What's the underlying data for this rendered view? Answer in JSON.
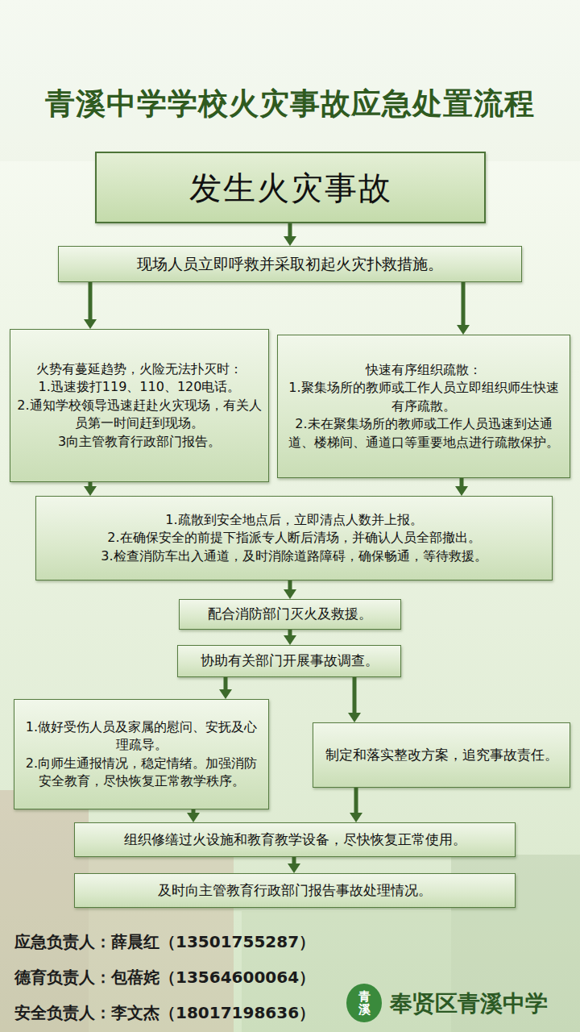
{
  "diagram": {
    "title": "青溪中学学校火灾事故应急处置流程",
    "nodes": [
      {
        "text": [
          "发生火灾事故"
        ]
      },
      {
        "text": [
          "现场人员立即呼救并采取初起火灾扑救措施。"
        ]
      },
      {
        "text": [
          "火势有蔓延趋势，火险无法扑灭时：",
          "1.迅速拨打119、110、120电话。",
          "2.通知学校领导迅速赶赴火灾现场，有关人员第一时间赶到现场。",
          "3向主管教育行政部门报告。"
        ]
      },
      {
        "text": [
          "快速有序组织疏散：",
          "1.聚集场所的教师或工作人员立即组织师生快速有序疏散。",
          "2.未在聚集场所的教师或工作人员迅速到达通道、楼梯间、通道口等重要地点进行疏散保护。"
        ]
      },
      {
        "text": [
          "1.疏散到安全地点后，立即清点人数并上报。",
          "2.在确保安全的前提下指派专人断后清场，并确认人员全部撤出。",
          "3.检查消防车出入通道，及时消除道路障碍，确保畅通，等待救援。"
        ]
      },
      {
        "text": [
          "配合消防部门灭火及救援。"
        ]
      },
      {
        "text": [
          "协助有关部门开展事故调查。"
        ]
      },
      {
        "text": [
          "1.做好受伤人员及家属的慰问、安抚及心理疏导。",
          "2.向师生通报情况，稳定情绪。加强消防安全教育，尽快恢复正常教学秩序。"
        ]
      },
      {
        "text": [
          "制定和落实整改方案，追究事故责任。"
        ]
      },
      {
        "text": [
          "组织修缮过火设施和教育教学设备，尽快恢复正常使用。"
        ]
      },
      {
        "text": [
          "及时向主管教育行政部门报告事故处理情况。"
        ]
      }
    ],
    "edges": [
      {
        "from": 0,
        "to": 1,
        "arrow": "to"
      },
      {
        "from": 1,
        "to": 2,
        "arrow": "to"
      },
      {
        "from": 1,
        "to": 3,
        "arrow": "to"
      },
      {
        "from": 2,
        "to": 4,
        "arrow": "to"
      },
      {
        "from": 3,
        "to": 4,
        "arrow": "to"
      },
      {
        "from": 4,
        "to": 5,
        "arrow": "to"
      },
      {
        "from": 5,
        "to": 6,
        "arrow": "to"
      },
      {
        "from": 6,
        "to": 7,
        "arrow": "to"
      },
      {
        "from": 6,
        "to": 8,
        "arrow": "to"
      },
      {
        "from": 7,
        "to": 9,
        "arrow": "to"
      },
      {
        "from": 8,
        "to": 9,
        "arrow": "to"
      },
      {
        "from": 9,
        "to": 10,
        "arrow": "to"
      }
    ],
    "labels": [
      "应急负责人：薛晨红（13501755287）",
      "德育负责人：包蓓姹（13564600064）",
      "安全负责人：李文杰（18017198636）",
      "青溪",
      "奉贤区青溪中学"
    ]
  }
}
